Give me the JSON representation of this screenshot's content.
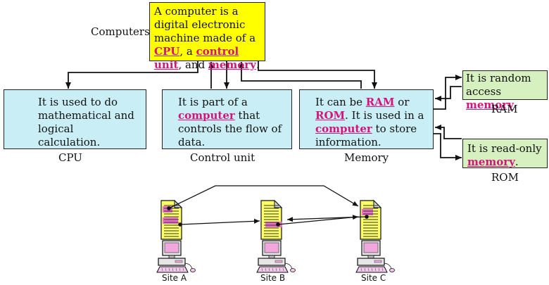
{
  "top_box": {
    "side_label": "Computers",
    "parts": [
      {
        "t": "A computer is a digital electronic machine made of a ",
        "link": false
      },
      {
        "t": "CPU",
        "link": true
      },
      {
        "t": ", a ",
        "link": false
      },
      {
        "t": "control unit",
        "link": true
      },
      {
        "t": ", and ",
        "link": false
      },
      {
        "t": "memory",
        "link": true
      },
      {
        "t": ".",
        "link": false
      }
    ]
  },
  "cpu_box": {
    "caption": "CPU",
    "parts": [
      {
        "t": "It is used to do mathematical and logical calculation.",
        "link": false
      }
    ]
  },
  "control_box": {
    "caption": "Control unit",
    "parts": [
      {
        "t": "It is part of a ",
        "link": false
      },
      {
        "t": "computer",
        "link": true
      },
      {
        "t": " that controls the flow of data.",
        "link": false
      }
    ]
  },
  "memory_box": {
    "caption": "Memory",
    "parts": [
      {
        "t": "It can be ",
        "link": false
      },
      {
        "t": "RAM",
        "link": true
      },
      {
        "t": " or ",
        "link": false
      },
      {
        "t": "ROM",
        "link": true
      },
      {
        "t": ". It is used in a ",
        "link": false
      },
      {
        "t": "computer",
        "link": true
      },
      {
        "t": " to store information.",
        "link": false
      }
    ]
  },
  "ram_box": {
    "caption": "RAM",
    "parts": [
      {
        "t": "It is random access ",
        "link": false
      },
      {
        "t": "memory",
        "link": true
      },
      {
        "t": ".",
        "link": false
      }
    ]
  },
  "rom_box": {
    "caption": "ROM",
    "parts": [
      {
        "t": "It is read-only ",
        "link": false
      },
      {
        "t": "memory",
        "link": true
      },
      {
        "t": ".",
        "link": false
      }
    ]
  },
  "sites": [
    "Site A",
    "Site B",
    "Site C"
  ],
  "colors": {
    "top_box_fill": "#ffff00",
    "detail_box_fill": "#c9eef5",
    "leaf_box_fill": "#d6f0c0",
    "link_text": "#d4147b",
    "document_fill": "#ffff66",
    "highlight_fill": "#ee6fc8",
    "monitor_screen": "#f2a6de"
  }
}
